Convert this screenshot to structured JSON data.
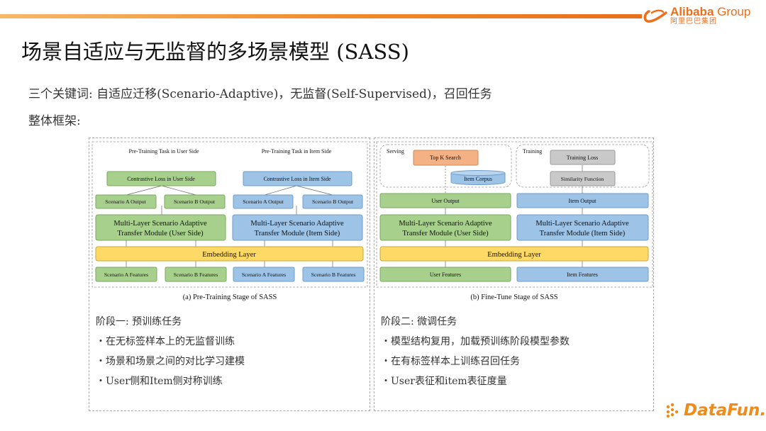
{
  "header": {
    "brand_en": "Alibaba",
    "brand_group": "Group",
    "brand_cn": "阿里巴巴集团",
    "accent_color": "#f08a2a"
  },
  "title": "场景自适应与无监督的多场景模型 (SASS)",
  "intro": {
    "keywords": "三个关键词: 自适应迁移(Scenario-Adaptive)，无监督(Self-Supervised)，召回任务",
    "framework": "整体框架:"
  },
  "left_diagram": {
    "task_user": "Pre-Training Task in User Side",
    "task_item": "Pre-Training Task in Item Side",
    "loss_user": "Contrastive Loss in User Side",
    "loss_item": "Contrastive Loss in Item Side",
    "out_a_user": "Scenario A  Output",
    "out_b_user": "Scenario B Output",
    "out_a_item": "Scenario A  Output",
    "out_b_item": "Scenario B Output",
    "mod_user_1": "Multi-Layer Scenario Adaptive",
    "mod_user_2": "Transfer Module (User Side)",
    "mod_item_1": "Multi-Layer Scenario Adaptive",
    "mod_item_2": "Transfer Module (Item Side)",
    "embedding": "Embedding Layer",
    "feat_a_user": "Scenario A Features",
    "feat_b_user": "Scenario B Features",
    "feat_a_item": "Scenario A Features",
    "feat_b_item": "Scenario B Features",
    "caption": "(a) Pre-Training Stage of SASS"
  },
  "right_diagram": {
    "serving": "Serving",
    "training": "Training",
    "topk": "Top K Search",
    "training_loss": "Training Loss",
    "item_corpus": "Item Corpus",
    "similarity": "Similarity Function",
    "user_output": "User Output",
    "item_output": "Item Output",
    "mod_user_1": "Multi-Layer Scenario Adaptive",
    "mod_user_2": "Transfer Module (User Side)",
    "mod_item_1": "Multi-Layer Scenario Adaptive",
    "mod_item_2": "Transfer Module (Item Side)",
    "embedding": "Embedding Layer",
    "user_features": "User Features",
    "item_features": "Item Features",
    "caption": "(b) Fine-Tune Stage of SASS"
  },
  "phase1": {
    "title": "阶段一: 预训练任务",
    "items": [
      "・在无标签样本上的无监督训练",
      "・场景和场景之间的对比学习建模",
      "・User侧和Item侧对称训练"
    ]
  },
  "phase2": {
    "title": "阶段二: 微调任务",
    "items": [
      "・模型结构复用，加载预训练阶段模型参数",
      "・在有标签样本上训练召回任务",
      "・User表征和item表征度量"
    ]
  },
  "footer": {
    "logo": "DataFun."
  },
  "colors": {
    "green": "#a8d08d",
    "green_border": "#7aa862",
    "blue": "#9dc3e6",
    "blue_border": "#6f9cc8",
    "yellow": "#ffd966",
    "yellow_border": "#c9a83a",
    "orange": "#f4b183",
    "gray": "#c9c9c9"
  }
}
